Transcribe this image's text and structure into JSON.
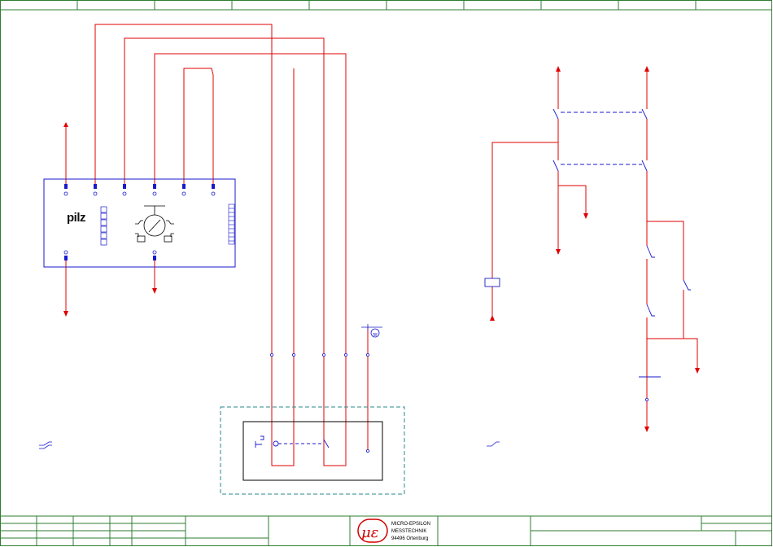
{
  "sheet": {
    "type": "electrical schematic",
    "colors": {
      "frame": "#2e7d32",
      "wire": "#e00000",
      "device": "#1a1acc",
      "dashed_box": "#2a8a8a"
    }
  },
  "relay": {
    "brand": "pilz",
    "icons": [
      "settings-dial-icon",
      "plug-icon"
    ]
  },
  "title_block": {
    "company_line1": "MICRO-EPSILON",
    "company_line2": "MESSTECHNIK",
    "company_line3": "94496 Ortenburg",
    "logo": "micro-epsilon-logo"
  }
}
